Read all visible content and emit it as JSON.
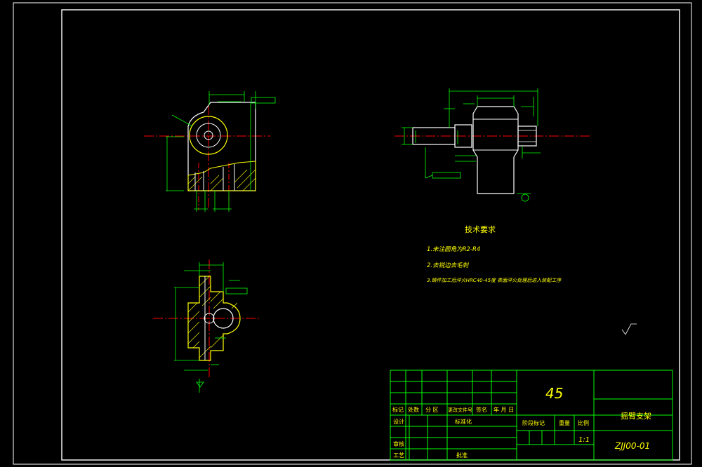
{
  "drawing": {
    "colors": {
      "background": "#000000",
      "outline": "#ffffff",
      "geometry": "#ffff00",
      "dimension": "#00ff00",
      "center_line": "#ff0000",
      "table_text": "#ffff00"
    },
    "technical_requirements": {
      "title": "技术要求",
      "items": [
        "1.未注圆角为R2-R4",
        "2.去锐边去毛刺",
        "3.铸件加工后淬火HRC40-45度 表面淬火处理后进入装配工序"
      ]
    },
    "title_block": {
      "material": "45",
      "part_name": "摇臂支架",
      "drawing_number": "ZJJ00-01",
      "scale": "1:1",
      "header_labels": [
        "标记",
        "处数",
        "分 区",
        "更改文件号",
        "签名",
        "年 月 日"
      ],
      "left_labels": [
        "设计",
        "审核",
        "工艺"
      ],
      "standardization": "标准化",
      "approval": "批准",
      "stage_mark": "阶段标记",
      "weight": "重量",
      "ratio": "比例"
    }
  }
}
